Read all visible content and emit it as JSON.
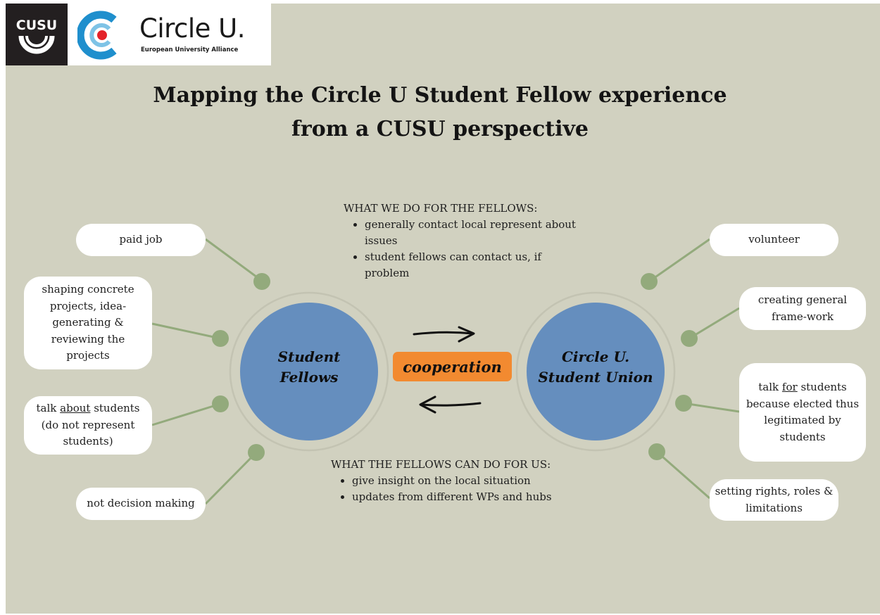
{
  "logos": {
    "cusu": "CUSU",
    "circle_u": "Circle U.",
    "tagline": "European University Alliance"
  },
  "title": {
    "line1": "Mapping the Circle U Student Fellow experience",
    "line2": "from a CUSU perspective"
  },
  "colors": {
    "background": "#d1d1c0",
    "hub_fill": "#658ebe",
    "connector": "#93aa7c",
    "cooperation": "#f28a30"
  },
  "hubs": {
    "left": {
      "line1": "Student",
      "line2": "Fellows"
    },
    "right": {
      "line1": "Circle U.",
      "line2": "Student Union"
    }
  },
  "cooperation": "cooperation",
  "what_we_do": {
    "heading": "WHAT WE DO FOR THE FELLOWS:",
    "items": [
      "generally contact local represent about issues",
      "student fellows can contact us, if problem"
    ]
  },
  "what_fellows_do": {
    "heading": "WHAT THE FELLOWS CAN DO FOR US:",
    "items": [
      "give insight on the local situation",
      "updates from different WPs and hubs"
    ]
  },
  "fellow_traits": {
    "paid_job": "paid job",
    "shaping": "shaping concrete projects, idea-generating & reviewing the projects",
    "talk_about_pre": "talk ",
    "talk_about_u": "about",
    "talk_about_post": " students (do not represent students)",
    "not_decision": "not decision making"
  },
  "union_traits": {
    "volunteer": "volunteer",
    "framework": "creating general frame-work",
    "talk_for_pre": "talk ",
    "talk_for_u": "for",
    "talk_for_post": " students because elected thus legitimated by students",
    "rights": "setting rights, roles & limitations"
  }
}
